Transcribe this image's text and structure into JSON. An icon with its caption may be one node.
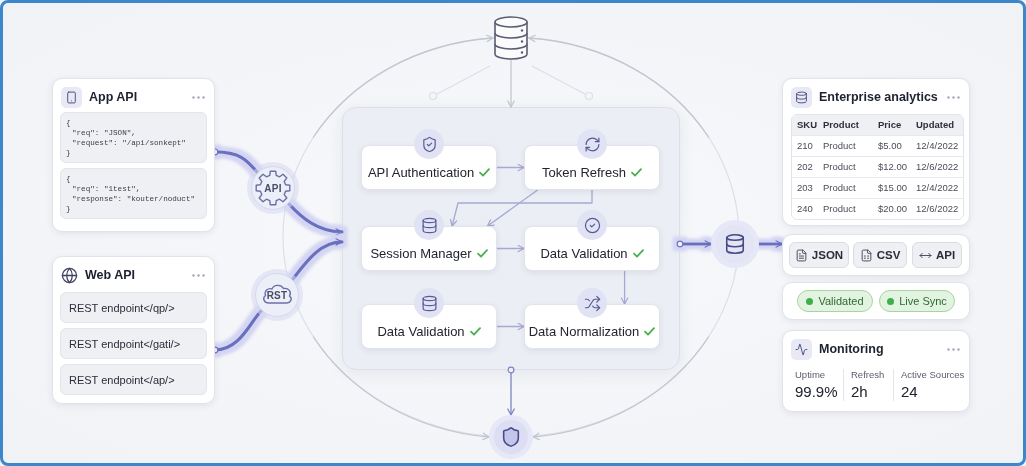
{
  "diagram": {
    "nodes": [
      {
        "text": [
          "App API"
        ]
      },
      {
        "text": [
          "{",
          "\"req\": \"JSON\",",
          "\"request\": \"/api/sonkept\"",
          "}"
        ],
        "in": 0
      },
      {
        "text": [
          "{",
          "\"req\": \"1test\",",
          "\"response\": \"kouter/noduct\"",
          "}"
        ],
        "in": 0
      },
      {
        "text": [
          "Web API"
        ]
      },
      {
        "text": [
          "REST endpoint</qp/>"
        ],
        "in": 3
      },
      {
        "text": [
          "REST endpoint</gati/>"
        ],
        "in": 3
      },
      {
        "text": [
          "REST endpoint</ap/>"
        ],
        "in": 3
      },
      {
        "text": [
          "API"
        ]
      },
      {
        "text": [
          "RST"
        ]
      },
      {
        "text": [],
        "shape": "box"
      },
      {
        "text": [
          "API Authentication"
        ],
        "in": 9
      },
      {
        "text": [
          "Token Refresh"
        ],
        "in": 9
      },
      {
        "text": [
          "Session Manager"
        ],
        "in": 9
      },
      {
        "text": [
          "Data Validation"
        ],
        "in": 9
      },
      {
        "text": [
          "Data Validation"
        ],
        "in": 9
      },
      {
        "text": [
          "Data Normalization"
        ],
        "in": 9
      },
      {
        "text": [],
        "shape": "cylinder"
      },
      {
        "text": [],
        "shape": "circle"
      },
      {
        "text": [],
        "shape": "circle"
      },
      {
        "text": [
          "Enterprise analytics"
        ]
      },
      {
        "text": [],
        "shape": "box"
      },
      {
        "text": [
          "JSON"
        ],
        "in": 20
      },
      {
        "text": [
          "CSV"
        ],
        "in": 20
      },
      {
        "text": [
          "API"
        ],
        "in": 20
      },
      {
        "text": [],
        "shape": "box"
      },
      {
        "text": [
          "Validated"
        ],
        "in": 24
      },
      {
        "text": [
          "Live Sync"
        ],
        "in": 24
      },
      {
        "text": [
          "Monitoring",
          "Uptime",
          "99.9%",
          "Refresh",
          "2h",
          "Active Sources",
          "24"
        ]
      }
    ],
    "edges": [
      {
        "from": 0,
        "to": 7,
        "arrow": "other",
        "style": "thick",
        "color": "#6a6fc0"
      },
      {
        "from": 7,
        "to": 9,
        "arrow": "to",
        "style": "thick",
        "color": "#6a6fc0"
      },
      {
        "from": 3,
        "to": 8,
        "arrow": "other",
        "style": "thick",
        "color": "#6a6fc0"
      },
      {
        "from": 8,
        "to": 9,
        "arrow": "to",
        "style": "thick",
        "color": "#6a6fc0"
      },
      {
        "from": 10,
        "to": 11,
        "arrow": "to"
      },
      {
        "from": 11,
        "to": 12,
        "arrow": "to"
      },
      {
        "from": 11,
        "to": 12,
        "arrow": "to"
      },
      {
        "from": 12,
        "to": 13,
        "arrow": "to"
      },
      {
        "from": 13,
        "to": 15,
        "arrow": "to"
      },
      {
        "from": 14,
        "to": 15,
        "arrow": "to"
      },
      {
        "from": 16,
        "to": 9,
        "arrow": "to",
        "color": "#c3c6d0"
      },
      {
        "from": 9,
        "to": 17,
        "arrow": "to",
        "style": "thick",
        "color": "#6a6fc0"
      },
      {
        "from": 17,
        "to": 20,
        "arrow": "to",
        "style": "thick",
        "color": "#6a6fc0"
      },
      {
        "from": 9,
        "to": 18,
        "arrow": "to",
        "color": "#7f83c4"
      },
      {
        "from": null,
        "to": 16,
        "arrow": "to",
        "color": "#c3c6d0"
      },
      {
        "from": null,
        "to": 16,
        "arrow": "to",
        "color": "#c3c6d0"
      },
      {
        "from": null,
        "to": 18,
        "arrow": "to",
        "color": "#c3c6d0"
      },
      {
        "from": null,
        "to": 18,
        "arrow": "to",
        "color": "#c3c6d0"
      }
    ],
    "labels": [
      "SKU",
      "Product",
      "Price",
      "Updated",
      "210",
      "Product",
      "$5.00",
      "12/4/2022",
      "202",
      "Product",
      "$12.00",
      "12/6/2022",
      "203",
      "Product",
      "$15.00",
      "12/4/2022",
      "240",
      "Product",
      "$20.00",
      "12/6/2022"
    ]
  }
}
